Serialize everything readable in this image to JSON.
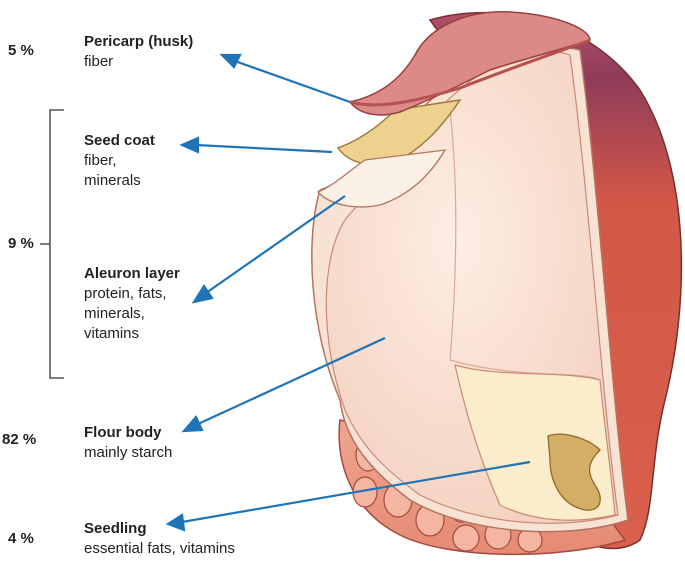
{
  "percentages": {
    "pericarp": "5 %",
    "seed_coat_aleuron": "9 %",
    "flour_body": "82 %",
    "seedling": "4 %"
  },
  "labels": {
    "pericarp": {
      "title": "Pericarp (husk)",
      "lines": [
        "fiber"
      ]
    },
    "seed_coat": {
      "title": "Seed coat",
      "lines": [
        "fiber,",
        "minerals"
      ]
    },
    "aleuron": {
      "title": "Aleuron layer",
      "lines": [
        "protein, fats,",
        "minerals,",
        "vitamins"
      ]
    },
    "flour_body": {
      "title": "Flour body",
      "lines": [
        "mainly starch"
      ]
    },
    "seedling": {
      "title": "Seedling",
      "lines": [
        "essential fats, vitamins"
      ]
    }
  },
  "colors": {
    "arrow": "#1f74b8",
    "pericarp": "#d98a88",
    "seed_coat": "#ecd28e",
    "endosperm": "#f6d7c4",
    "husk_outer": "#d35b4a",
    "husk_dark": "#8b3a55",
    "germ": "#d4ae64"
  }
}
